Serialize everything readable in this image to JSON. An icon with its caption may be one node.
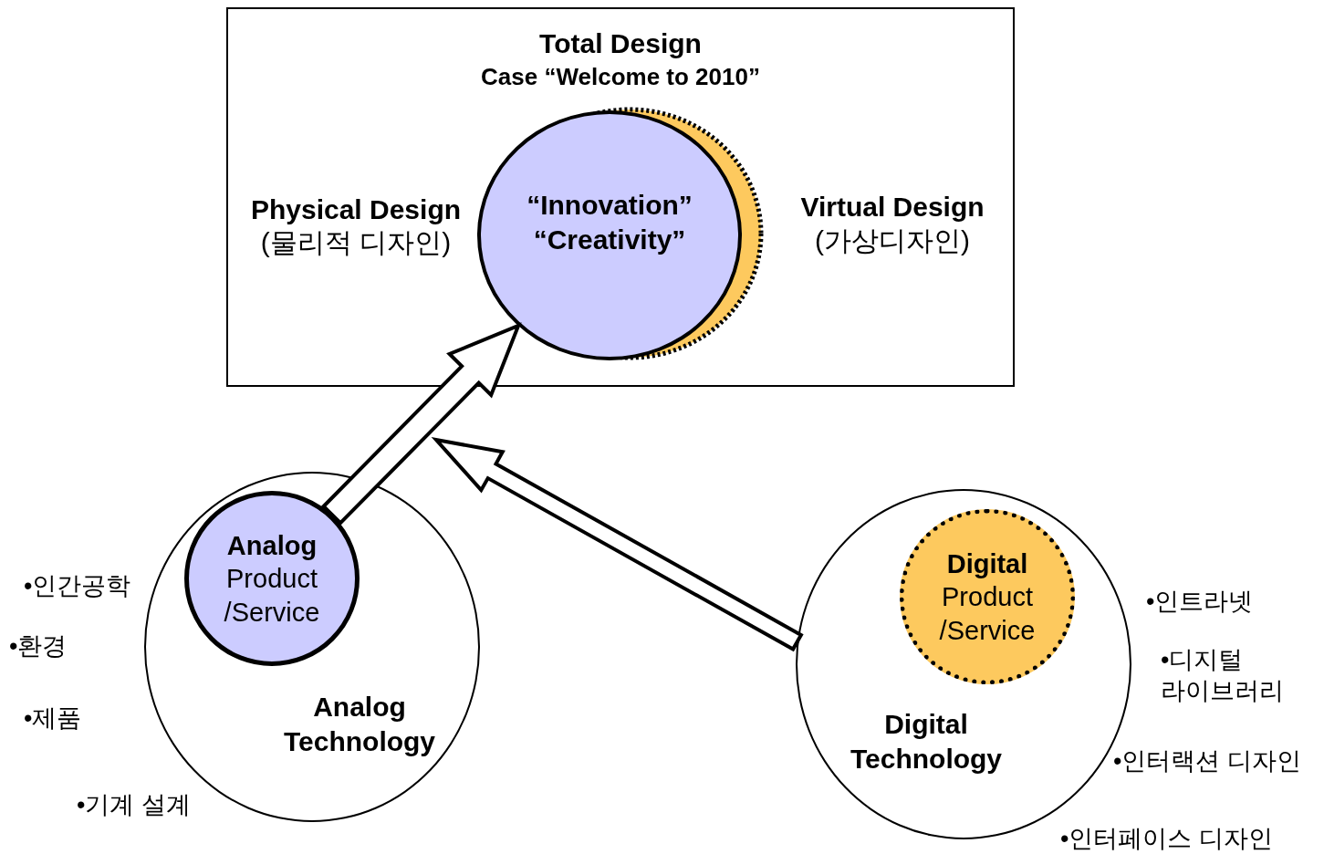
{
  "diagram": {
    "nodes": [
      {
        "text": [
          "Total Design",
          "Case “Welcome to 2010”"
        ]
      },
      {
        "text": [
          "“Innovation” “Creativity”"
        ],
        "in": 0
      },
      {
        "text": [
          "Analog Technology"
        ]
      },
      {
        "text": [
          "**Analog** Product /Service"
        ],
        "in": 2
      },
      {
        "text": [
          "Digital Technology"
        ]
      },
      {
        "text": [
          "**Digital** Product /Service"
        ],
        "in": 4
      }
    ],
    "edges": [
      {
        "from": 3,
        "to": 1,
        "arrow": "to"
      },
      {
        "from": 4,
        "to": null,
        "arrow": "to"
      }
    ],
    "labels": [
      "Physical Design",
      "(물리적 디자인)",
      "Virtual Design",
      "(가상디자인)",
      "•인간공학",
      "•환경",
      "•제품",
      "•기계 설계",
      "•인트라넷",
      "•디지털 라이브러리",
      "•인터랙션 디자인",
      "•인터페이스 디자인"
    ]
  }
}
